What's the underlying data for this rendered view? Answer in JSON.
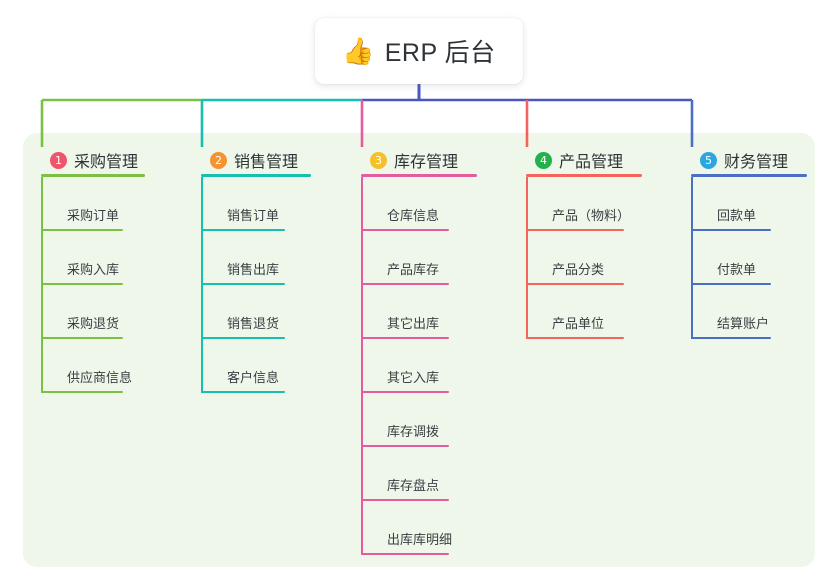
{
  "diagram": {
    "type": "mind-map",
    "root": {
      "icon": "thumbs-up-icon",
      "emoji": "👍",
      "title": "ERP 后台"
    },
    "canvas": {
      "background": "#ffffff",
      "panel_color": "#eef7e9"
    },
    "bus": {
      "segments": [
        {
          "name": "bus-segment-green",
          "color": "#7ac143"
        },
        {
          "name": "bus-segment-teal",
          "color": "#16bfae"
        },
        {
          "name": "bus-segment-purple",
          "color": "#4a55c4"
        }
      ],
      "root_stem_color": "#4a55c4"
    },
    "columns": [
      {
        "index": "1",
        "label": "采购管理",
        "badge_color": "#f0546a",
        "line_color": "#7ac143",
        "items": [
          "采购订单",
          "采购入库",
          "采购退货",
          "供应商信息"
        ]
      },
      {
        "index": "2",
        "label": "销售管理",
        "badge_color": "#f5932e",
        "line_color": "#16bfae",
        "items": [
          "销售订单",
          "销售出库",
          "销售退货",
          "客户信息"
        ]
      },
      {
        "index": "3",
        "label": "库存管理",
        "badge_color": "#f5c028",
        "line_color": "#e45ba0",
        "items": [
          "仓库信息",
          "产品库存",
          "其它出库",
          "其它入库",
          "库存调拨",
          "库存盘点",
          "出库库明细"
        ]
      },
      {
        "index": "4",
        "label": "产品管理",
        "badge_color": "#22b14c",
        "line_color": "#f4645c",
        "items": [
          "产品（物料）",
          "产品分类",
          "产品单位"
        ]
      },
      {
        "index": "5",
        "label": "财务管理",
        "badge_color": "#2aa7e0",
        "line_color": "#4a6fc4",
        "items": [
          "回款单",
          "付款单",
          "结算账户"
        ]
      }
    ]
  }
}
